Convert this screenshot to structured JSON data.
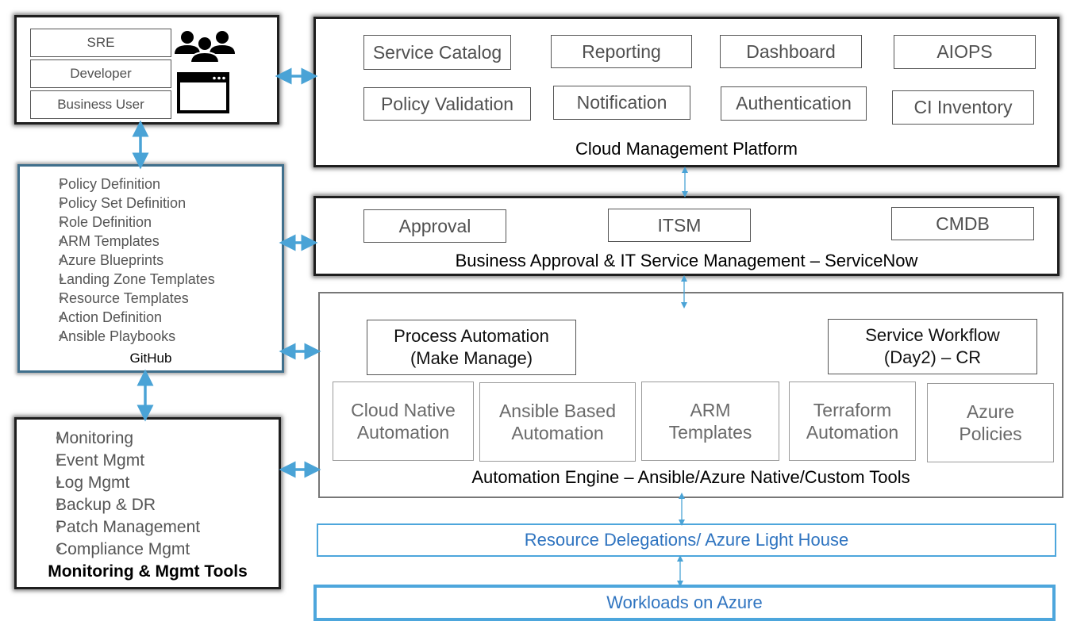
{
  "users": {
    "roles": [
      "SRE",
      "Developer",
      "Business User"
    ],
    "icons": [
      "users-icon",
      "browser-window-icon"
    ]
  },
  "cmp": {
    "title": "Cloud Management Platform",
    "services": [
      "Service Catalog",
      "Reporting",
      "Dashboard",
      "AIOPS",
      "Policy Validation",
      "Notification",
      "Authentication",
      "CI Inventory"
    ]
  },
  "github": {
    "title": "GitHub",
    "items": [
      "Policy Definition",
      "Policy Set Definition",
      "Role Definition",
      "ARM Templates",
      "Azure Blueprints",
      "Landing Zone Templates",
      "Resource Templates",
      "Action Definition",
      "Ansible Playbooks"
    ]
  },
  "servicenow": {
    "title": "Business Approval & IT Service Management – ServiceNow",
    "items": [
      "Approval",
      "ITSM",
      "CMDB"
    ]
  },
  "automation": {
    "title": "Automation Engine – Ansible/Azure Native/Custom Tools",
    "process": {
      "line1": "Process Automation",
      "line2": "(Make Manage)"
    },
    "workflow": {
      "line1": "Service Workflow",
      "line2": "(Day2) – CR"
    },
    "engines": [
      {
        "line1": "Cloud Native",
        "line2": "Automation"
      },
      {
        "line1": "Ansible Based",
        "line2": "Automation"
      },
      {
        "line1": "ARM",
        "line2": "Templates"
      },
      {
        "line1": "Terraform",
        "line2": "Automation"
      },
      {
        "line1": "Azure",
        "line2": "Policies"
      }
    ]
  },
  "monitoring": {
    "title": "Monitoring & Mgmt Tools",
    "items": [
      "Monitoring",
      "Event Mgmt",
      "Log Mgmt",
      "Backup & DR",
      "Patch Management",
      "Compliance Mgmt"
    ]
  },
  "delegation": {
    "title": "Resource Delegations/ Azure Light House"
  },
  "workloads": {
    "title": "Workloads on Azure"
  },
  "colors": {
    "arrow": "#4aa3d6",
    "azure_blue": "#2f74c0",
    "azure_border": "#4da6dc",
    "github_border": "#3f6f8c"
  }
}
